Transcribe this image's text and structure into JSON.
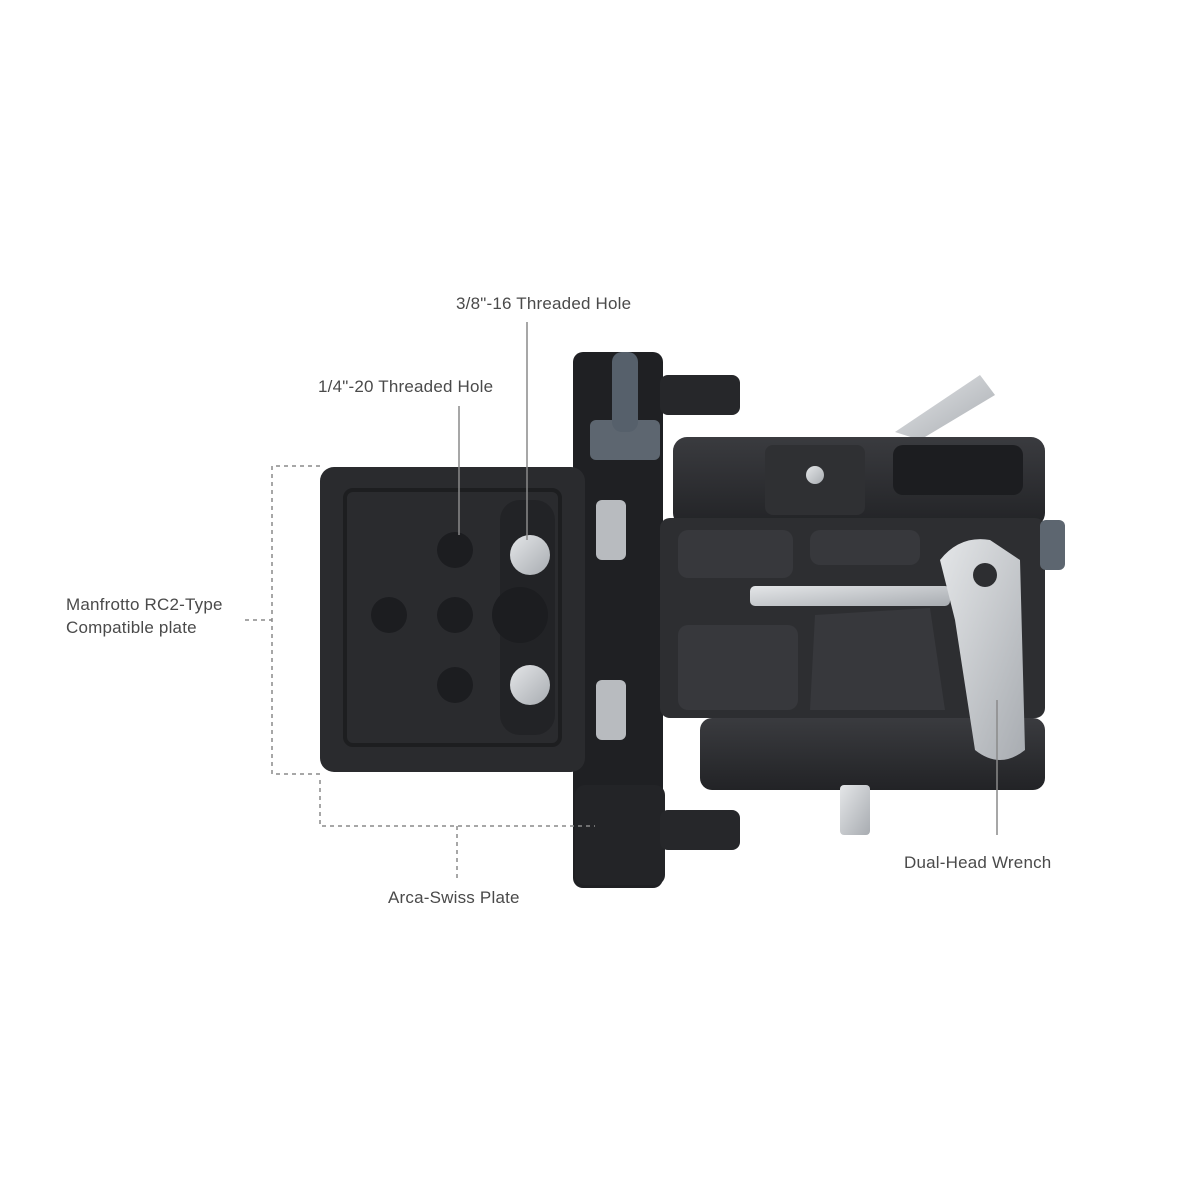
{
  "callouts": {
    "hole_3_8": "3/8\"-16 Threaded Hole",
    "hole_1_4": "1/4\"-20 Threaded Hole",
    "manfrotto_line1": "Manfrotto RC2-Type",
    "manfrotto_line2": "Compatible plate",
    "arca": "Arca-Swiss Plate",
    "wrench": "Dual-Head Wrench"
  },
  "colors": {
    "body": "#2a2b2e",
    "body_light": "#3a3c40",
    "metal": "#c9ccd0",
    "leader": "#8a8a8a"
  }
}
